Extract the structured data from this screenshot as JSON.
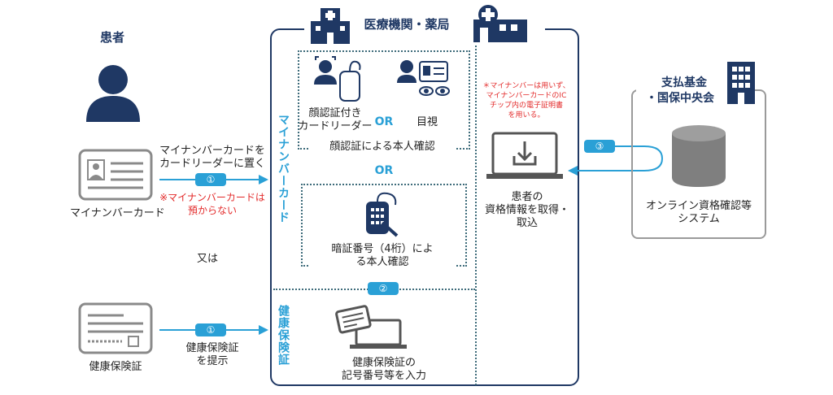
{
  "patient": {
    "title": "患者"
  },
  "cards": {
    "mynumber_label": "マイナンバーカード",
    "insurance_label": "健康保険証",
    "or_text": "又は"
  },
  "arrow1": {
    "line1": "マイナンバーカードを",
    "line2": "カードリーダーに置く",
    "badge": "①",
    "note1": "※マイナンバーカードは",
    "note2": "預からない"
  },
  "arrow1b": {
    "badge": "①",
    "line1": "健康保険証",
    "line2": "を提示"
  },
  "institution": {
    "title": "医療機関・薬局"
  },
  "mynumber_section": {
    "vertical_label": "マイナンバーカード",
    "face_line1": "顔認証付き",
    "face_line2": "カードリーダー",
    "or1": "OR",
    "visual": "目視",
    "face_confirm": "顔認証による本人確認",
    "or2": "OR",
    "pin_line1": "暗証番号（4桁）によ",
    "pin_line2": "る本人確認"
  },
  "badge2": "②",
  "insurance_section": {
    "vertical_label": "健康保険証",
    "input_line1": "健康保険証の",
    "input_line2": "記号番号等を入力"
  },
  "pc": {
    "note1": "＊マイナンバーは用いず、",
    "note2": "マイナンバーカードのIC",
    "note3": "チップ内の電子証明書",
    "note4": "を用いる。",
    "line1": "患者の",
    "line2": "資格情報を取得・",
    "line3": "取込"
  },
  "badge3": "③",
  "fund": {
    "title1": "支払基金",
    "title2": "・国保中央会",
    "system1": "オンライン資格確認等",
    "system2": "システム"
  },
  "colors": {
    "navy": "#1f3864",
    "accent": "#2aa0d6",
    "note_red": "#e32b2b"
  }
}
